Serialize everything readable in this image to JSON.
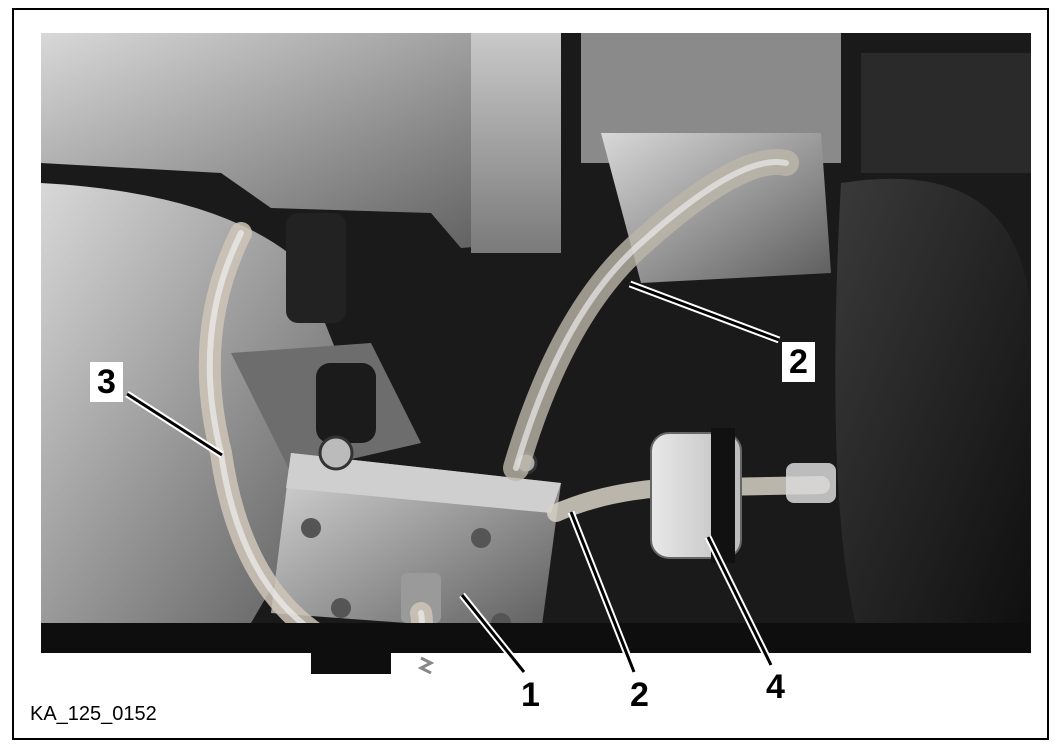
{
  "figure": {
    "caption": "KA_125_0152",
    "callouts": {
      "c1": "1",
      "c2a": "2",
      "c2b": "2",
      "c3": "3",
      "c4": "4"
    }
  },
  "photo": {
    "subject": "engine-fuel-pump-photo"
  }
}
